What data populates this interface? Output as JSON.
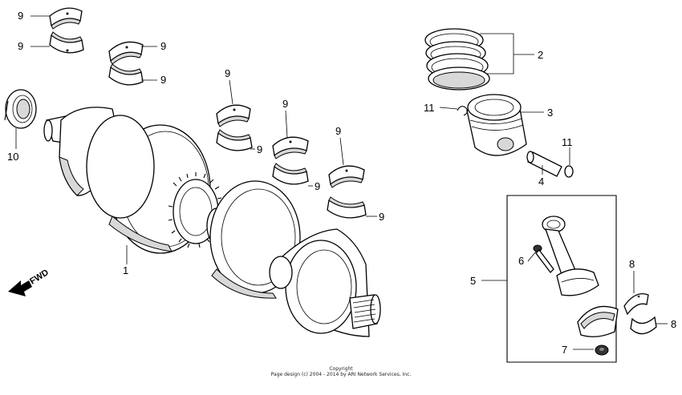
{
  "callouts": {
    "crankshaft": "1",
    "piston_rings": "2",
    "piston": "3",
    "piston_pin": "4",
    "connecting_rod": "5",
    "rod_bolt": "6",
    "rod_nut": "7",
    "rod_bearing_upper": "8",
    "rod_bearing_lower": "8",
    "bearing_a": "9",
    "bearing_b": "9",
    "bearing_c": "9",
    "bearing_d": "9",
    "bearing_e": "9",
    "bearing_f": "9",
    "bearing_g": "9",
    "bearing_h": "9",
    "bearing_i": "9",
    "bearing_j": "9",
    "oil_seal": "10",
    "pin_clip_left": "11",
    "pin_clip_right": "11"
  },
  "direction_label": "FWD",
  "copyright": {
    "line1": "Copyright",
    "line2": "Page design (c) 2004 - 2014 by ARI Network Services, Inc."
  }
}
